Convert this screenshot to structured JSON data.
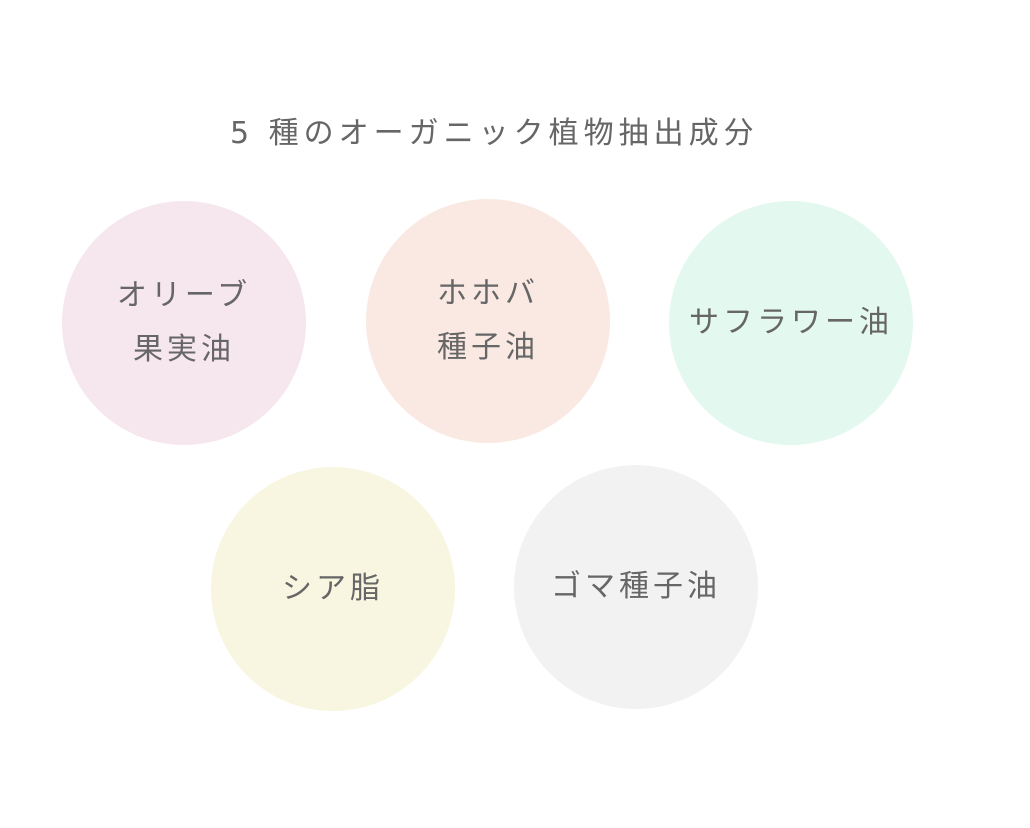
{
  "title": "5 種のオーガニック植物抽出成分",
  "ingredients": [
    {
      "label": "オリーブ\n果実油",
      "color": "#f6e6ee"
    },
    {
      "label": "ホホバ\n種子油",
      "color": "#f9e9e2"
    },
    {
      "label": "サフラワー油",
      "color": "#e3f8ef"
    },
    {
      "label": "シア脂",
      "color": "#f8f5e0"
    },
    {
      "label": "ゴマ種子油",
      "color": "#f2f2f2"
    }
  ]
}
